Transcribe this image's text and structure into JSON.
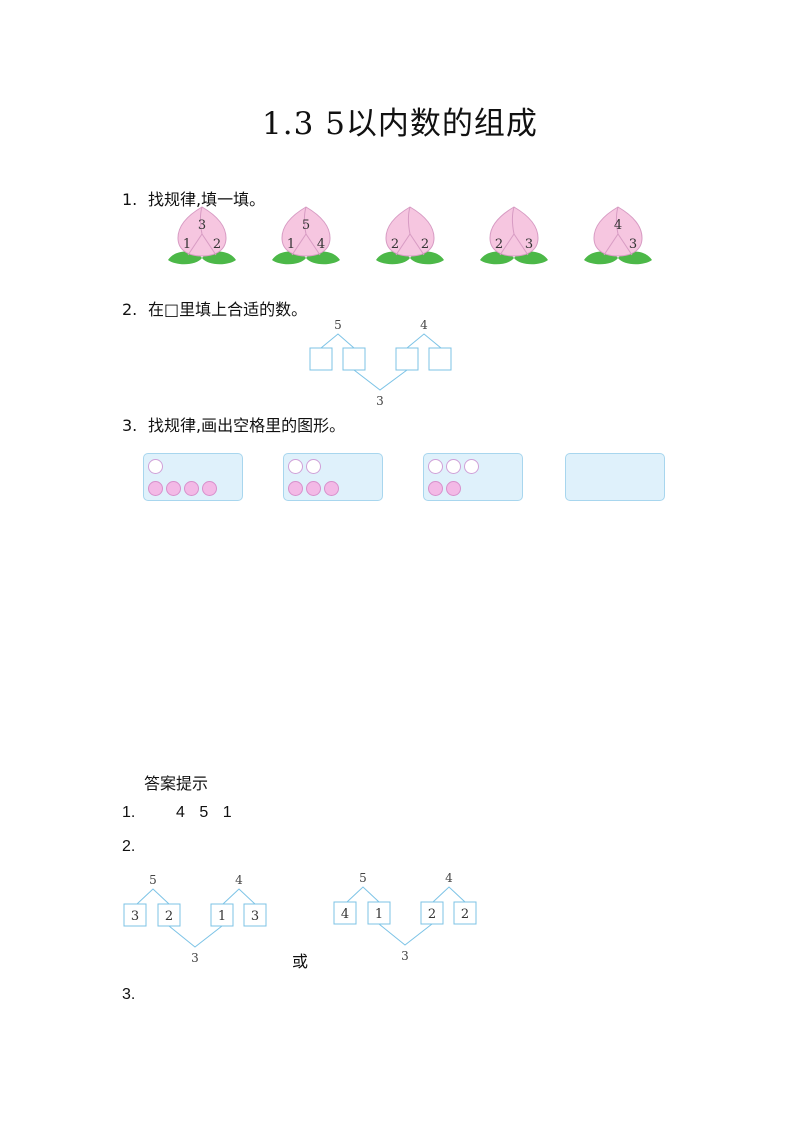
{
  "title": "1.3  5以内数的组成",
  "questions": [
    {
      "num": "1.",
      "text": "找规律,填一填。"
    },
    {
      "num": "2.",
      "text": "在□里填上合适的数。"
    },
    {
      "num": "3.",
      "text": "找规律,画出空格里的图形。"
    }
  ],
  "peaches": [
    {
      "top": "3",
      "left": "1",
      "right": "2"
    },
    {
      "top": "5",
      "left": "1",
      "right": "4"
    },
    {
      "top": "",
      "left": "2",
      "right": "2"
    },
    {
      "top": "",
      "left": "2",
      "right": "3"
    },
    {
      "top": "4",
      "left": "",
      "right": "3"
    }
  ],
  "decomp": {
    "top_left": "5",
    "top_right": "4",
    "bottom": "3"
  },
  "panels": [
    {
      "white": 1,
      "pink": 4
    },
    {
      "white": 2,
      "pink": 3
    },
    {
      "white": 3,
      "pink": 2
    },
    {
      "white": 0,
      "pink": 0
    }
  ],
  "answers": {
    "heading": "答案提示",
    "a1_num": "1.",
    "a1_values": "4 5 1",
    "a2_num": "2.",
    "a3_num": "3.",
    "or_text": "或",
    "option1": {
      "top_left": "5",
      "top_right": "4",
      "bottom": "3",
      "boxes": [
        "3",
        "2",
        "1",
        "3"
      ]
    },
    "option2": {
      "top_left": "5",
      "top_right": "4",
      "bottom": "3",
      "boxes": [
        "4",
        "1",
        "2",
        "2"
      ]
    }
  },
  "colors": {
    "peach_fill": "#f6c6e0",
    "peach_line": "#d79bc3",
    "leaf": "#4cb848",
    "panel_fill": "#dff1fb",
    "panel_border": "#a8d6ee",
    "pink_circle": "#f3b9e6"
  }
}
